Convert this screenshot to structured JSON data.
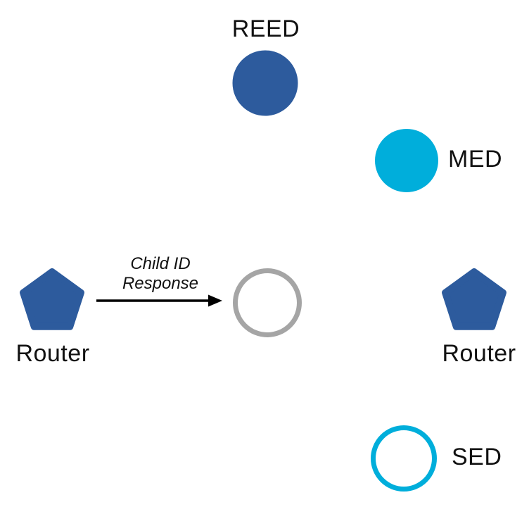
{
  "diagram": {
    "nodes": {
      "reed": {
        "label": "REED",
        "shape": "filled-circle"
      },
      "med": {
        "label": "MED",
        "shape": "filled-circle"
      },
      "router_left": {
        "label": "Router",
        "shape": "pentagon"
      },
      "joining_child": {
        "label": "",
        "shape": "outline-circle"
      },
      "router_right": {
        "label": "Router",
        "shape": "pentagon"
      },
      "sed": {
        "label": "SED",
        "shape": "outline-circle"
      }
    },
    "message": {
      "line1": "Child ID",
      "line2": "Response"
    }
  },
  "colors": {
    "router_blue": "#2d5b9d",
    "device_cyan": "#00aedb",
    "outline_gray": "#a5a5a5",
    "arrow_black": "#000000"
  }
}
